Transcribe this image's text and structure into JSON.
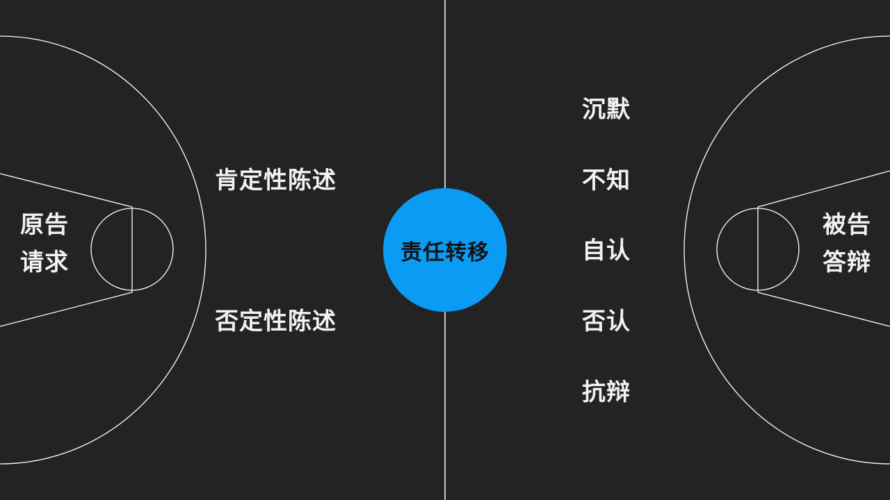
{
  "colors": {
    "background": "#232323",
    "court_line": "#ffffff",
    "center_fill": "#0a9bf5",
    "text": "#f2f2f2",
    "center_text": "#141414"
  },
  "center": {
    "label": "责任转移"
  },
  "left": {
    "party_line1": "原告",
    "party_line2": "请求",
    "statements": [
      "肯定性陈述",
      "否定性陈述"
    ]
  },
  "right": {
    "party_line1": "被告",
    "party_line2": "答辩",
    "responses": [
      "沉默",
      "不知",
      "自认",
      "否认",
      "抗辩"
    ]
  }
}
